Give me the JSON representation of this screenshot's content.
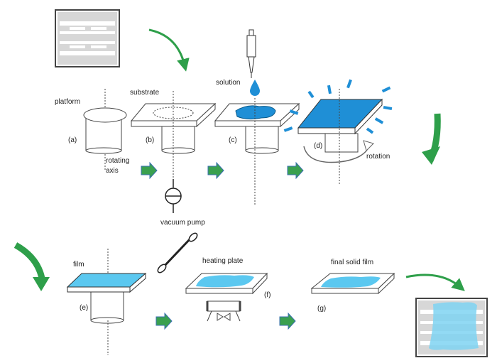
{
  "labels": {
    "platform": "platform",
    "substrate": "substrate",
    "solution": "solution",
    "rotating_line1": "rotating",
    "rotating_line2": "axis",
    "rotation": "rotation",
    "vacuum_pump": "vacuum pump",
    "film": "film",
    "heating_plate": "heating plate",
    "final_solid_film": "final solid film"
  },
  "steps": {
    "a": "(a)",
    "b": "(b)",
    "c": "(c)",
    "d": "(d)",
    "e": "(e)",
    "f": "(f)",
    "g": "(g)"
  },
  "colors": {
    "solution_blue": "#1f8fd6",
    "film_blue": "#5bc8f0",
    "arrow_green": "#2e9f4a",
    "flow_arrow_green": "#3aa04f",
    "flow_arrow_outline": "#3a6fb0"
  },
  "icons": {
    "mold_top": "mold-icon",
    "mold_result": "mold-with-film-icon",
    "pipette": "pipette-icon",
    "cotton_swab": "swab-icon",
    "pump": "vacuum-pump-icon",
    "heater": "heater-icon"
  }
}
